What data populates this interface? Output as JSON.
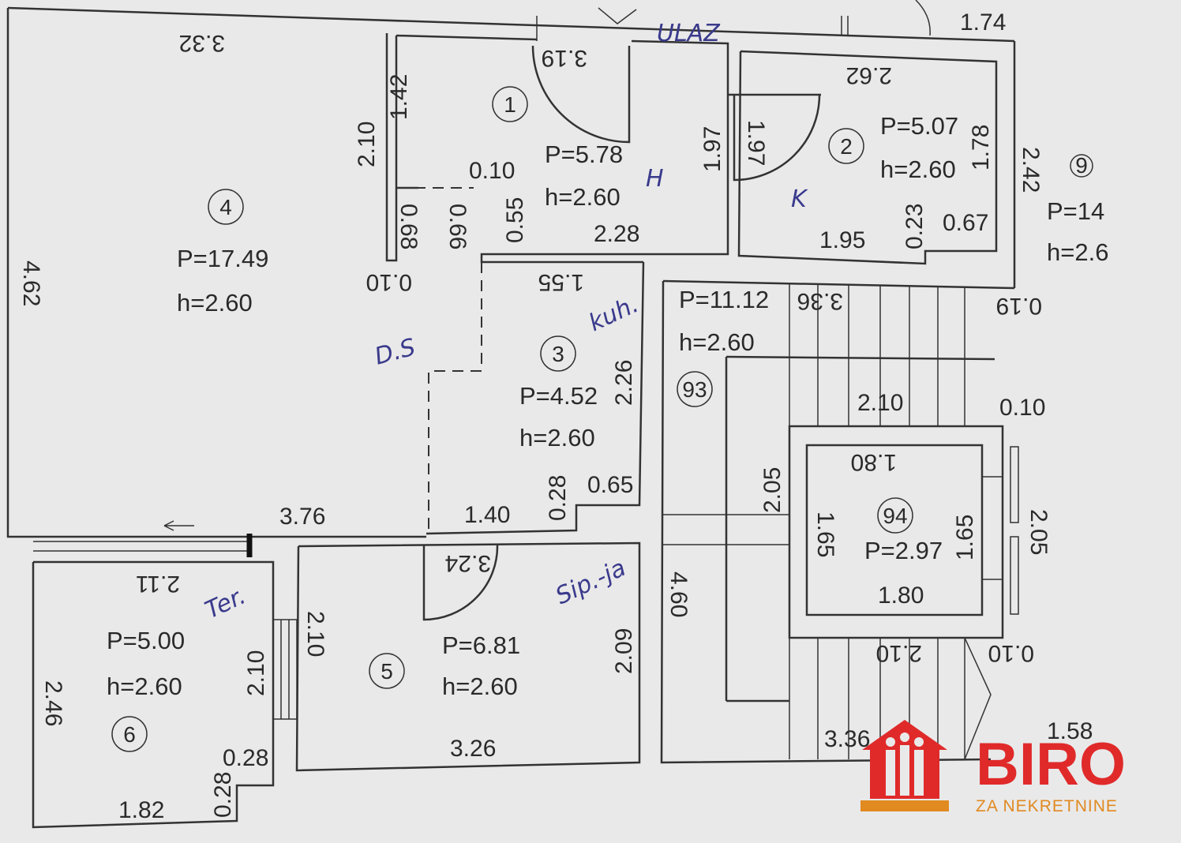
{
  "rooms": [
    {
      "id": "1",
      "area": "P=5.78",
      "height": "h=2.60"
    },
    {
      "id": "2",
      "area": "P=5.07",
      "height": "h=2.60"
    },
    {
      "id": "3",
      "area": "P=4.52",
      "height": "h=2.60"
    },
    {
      "id": "4",
      "area": "P=17.49",
      "height": "h=2.60"
    },
    {
      "id": "5",
      "area": "P=6.81",
      "height": "h=2.60"
    },
    {
      "id": "6",
      "area": "P=5.00",
      "height": "h=2.60"
    },
    {
      "id": "93",
      "area": "P=11.12",
      "height": "h=2.60"
    },
    {
      "id": "94",
      "area": "P=2.97",
      "height": ""
    },
    {
      "id": "9",
      "area": "P=14",
      "height": "h=2.6"
    }
  ],
  "dimensions": {
    "d_3_32": "3.32",
    "d_1_74": "1.74",
    "d_3_19": "3.19",
    "d_1_42": "1.42",
    "d_2_10_a": "2.10",
    "d_0_10_a": "0.10",
    "d_0_68": "0.68",
    "d_0_66": "0.66",
    "d_0_55": "0.55",
    "d_2_28": "2.28",
    "d_1_97_a": "1.97",
    "d_1_97_b": "1.97",
    "d_2_62": "2.62",
    "d_1_78": "1.78",
    "d_1_95": "1.95",
    "d_0_23": "0.23",
    "d_0_67": "0.67",
    "d_2_42": "2.42",
    "d_4_62": "4.62",
    "d_0_10_b": "0.10",
    "d_1_55": "1.55",
    "d_2_26": "2.26",
    "d_0_28_a": "0.28",
    "d_0_65": "0.65",
    "d_3_76": "3.76",
    "d_1_40": "1.40",
    "d_3_36_a": "3.36",
    "d_0_19": "0.19",
    "d_2_10_b": "2.10",
    "d_0_10_c": "0.10",
    "d_2_05_a": "2.05",
    "d_1_80_a": "1.80",
    "d_1_65_a": "1.65",
    "d_1_65_b": "1.65",
    "d_2_05_b": "2.05",
    "d_1_80_b": "1.80",
    "d_4_60": "4.60",
    "d_2_10_c": "2.10",
    "d_0_10_d": "0.10",
    "d_3_36_b": "3.36",
    "d_1_58": "1.58",
    "d_2_11": "2.11",
    "d_2_46": "2.46",
    "d_2_10_d": "2.10",
    "d_0_28_b": "0.28",
    "d_0_28_c": "0.28",
    "d_1_82": "1.82",
    "d_3_24": "3.24",
    "d_2_10_e": "2.10",
    "d_2_09": "2.09",
    "d_3_26": "3.26"
  },
  "handwritten": {
    "ulaz": "ULAZ",
    "h": "H",
    "k": "K",
    "kuh": "kuh.",
    "ds": "D.S",
    "spav": "Sip.-ja",
    "ter": "Ter."
  },
  "logo": {
    "title": "BIRO",
    "subtitle": "ZA NEKRETNINE",
    "color_main": "#e02a2a",
    "color_sub": "#e08a20"
  }
}
